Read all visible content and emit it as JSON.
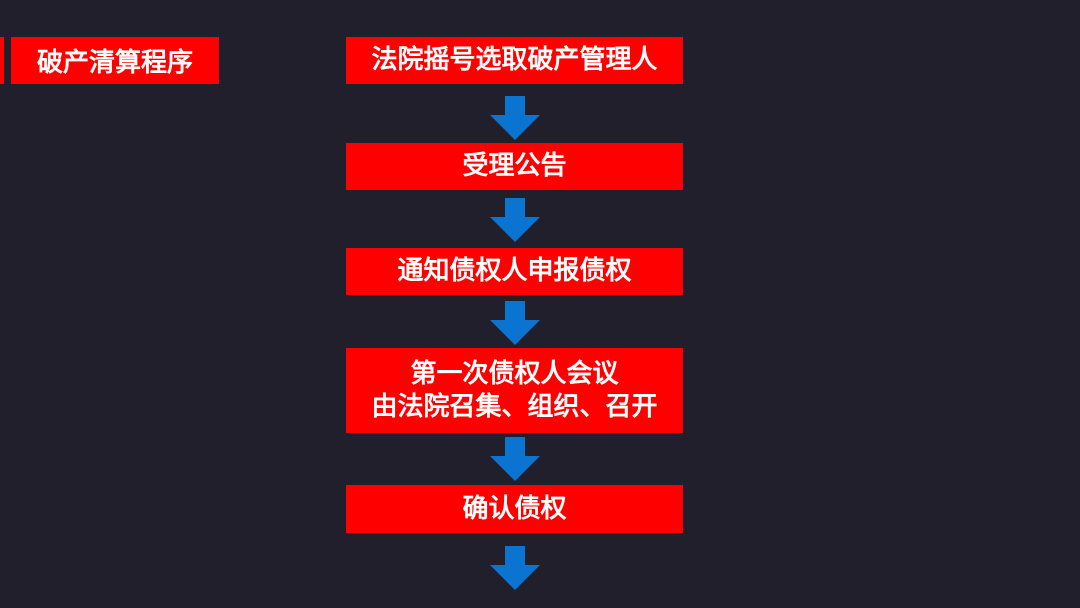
{
  "section_title": "破产清算程序",
  "steps": [
    {
      "lines": [
        "法院摇号选取破产管理人"
      ]
    },
    {
      "lines": [
        "受理公告"
      ]
    },
    {
      "lines": [
        "通知债权人申报债权"
      ]
    },
    {
      "lines": [
        "第一次债权人会议",
        "由法院召集、组织、召开"
      ]
    },
    {
      "lines": [
        "确认债权"
      ]
    }
  ],
  "colors": {
    "background": "#201f2b",
    "box": "#ff0000",
    "text": "#ffffff",
    "arrow": "#0a74d0"
  }
}
